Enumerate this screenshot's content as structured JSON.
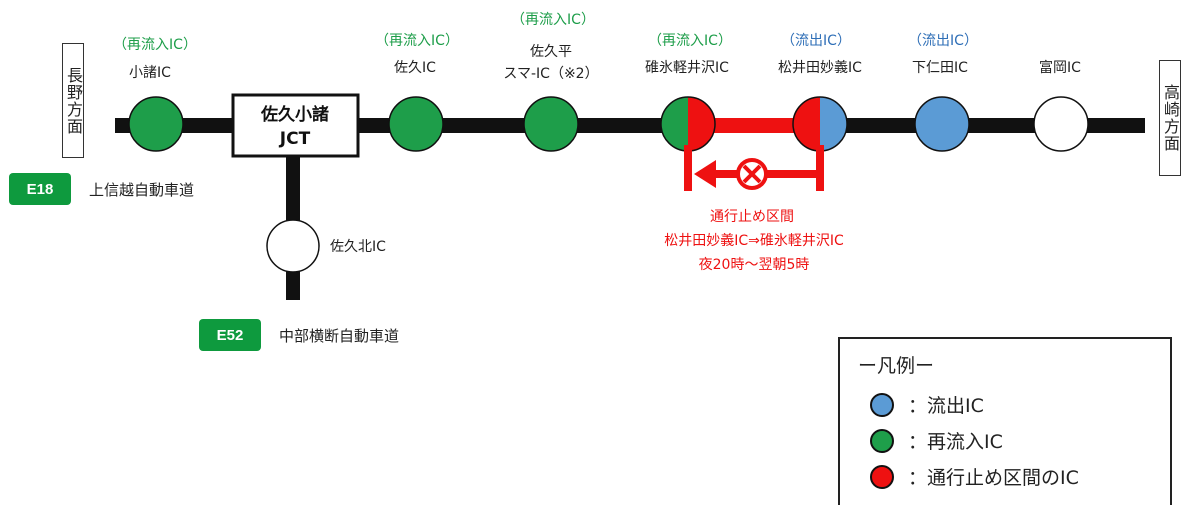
{
  "directions": {
    "left": "長野方面",
    "right": "高崎方面"
  },
  "junction": {
    "line1": "佐久小諸",
    "line2": "JCT"
  },
  "interchanges": [
    {
      "tag": "（再流入IC）",
      "name": "小諸IC",
      "name2": "",
      "type": "reentry"
    },
    {
      "tag": "（再流入IC）",
      "name": "佐久IC",
      "name2": "",
      "type": "reentry"
    },
    {
      "tag": "（再流入IC）",
      "name": "佐久平",
      "name2": "スマ-IC（※2）",
      "type": "reentry"
    },
    {
      "tag": "（再流入IC）",
      "name": "碓氷軽井沢IC",
      "name2": "",
      "type": "reentry-closed"
    },
    {
      "tag": "（流出IC）",
      "name": "松井田妙義IC",
      "name2": "",
      "type": "closed-exit"
    },
    {
      "tag": "（流出IC）",
      "name": "下仁田IC",
      "name2": "",
      "type": "exit"
    },
    {
      "tag": "",
      "name": "富岡IC",
      "name2": "",
      "type": "plain"
    }
  ],
  "branch_ic": {
    "name": "佐久北IC"
  },
  "routes": [
    {
      "code": "E18",
      "name": "上信越自動車道"
    },
    {
      "code": "E52",
      "name": "中部横断自動車道"
    }
  ],
  "closure": {
    "line1": "通行止め区間",
    "line2": "松井田妙義IC⇒碓氷軽井沢IC",
    "line3": "夜20時～翌朝5時"
  },
  "legend": {
    "title": "ー凡例ー",
    "items": [
      {
        "label": "：流出IC",
        "color": "#5b9bd5"
      },
      {
        "label": "：再流入IC",
        "color": "#1e9e4a"
      },
      {
        "label": "：通行止め区間のIC",
        "color": "#ee1111"
      }
    ]
  },
  "colors": {
    "reentry": "#1e9e4a",
    "exit": "#5b9bd5",
    "closed": "#ee1111",
    "tag": "#1e9e4a",
    "tag_exit": "#2f6fb7",
    "route_badge": "#0e9a3e"
  }
}
